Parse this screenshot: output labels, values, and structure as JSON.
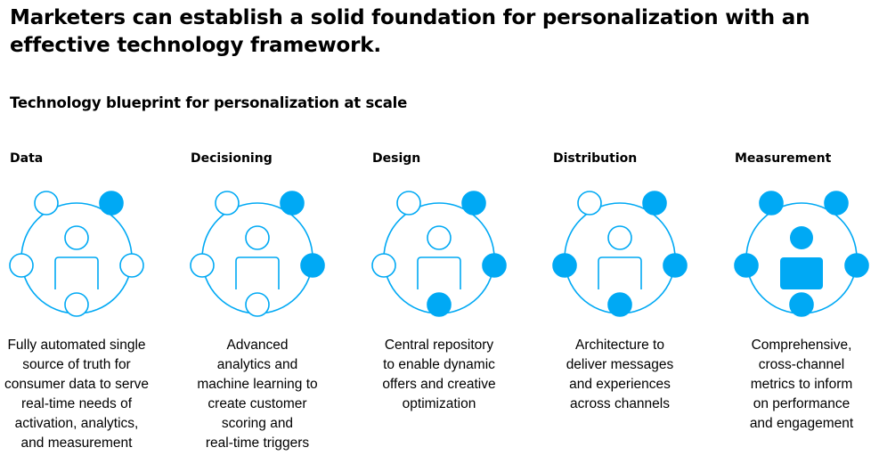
{
  "header": {
    "headline": "Marketers can establish a solid foundation for personalization with an effective technology framework.",
    "subtitle": "Technology blueprint for personalization at scale"
  },
  "colors": {
    "accent": "#00a9f4",
    "text": "#000000",
    "background": "#ffffff"
  },
  "pillars": [
    {
      "title": "Data",
      "description": "Fully automated single\nsource of truth for\nconsumer data to serve\nreal-time needs of\nactivation, analytics,\nand measurement",
      "icon": "network-people-icon",
      "filled_nodes": [
        "top-right"
      ],
      "person_filled": false
    },
    {
      "title": "Decisioning",
      "description": "Advanced\nanalytics and\nmachine learning to\ncreate customer\nscoring and\nreal-time triggers",
      "icon": "network-people-icon",
      "filled_nodes": [
        "top-right",
        "right"
      ],
      "person_filled": false
    },
    {
      "title": "Design",
      "description": "Central repository\nto enable dynamic\noffers and creative\noptimization",
      "icon": "network-people-icon",
      "filled_nodes": [
        "top-right",
        "right",
        "bottom"
      ],
      "person_filled": false
    },
    {
      "title": "Distribution",
      "description": "Architecture to\ndeliver messages\nand experiences\nacross channels",
      "icon": "network-people-icon",
      "filled_nodes": [
        "top-right",
        "right",
        "bottom",
        "left"
      ],
      "person_filled": false
    },
    {
      "title": "Measurement",
      "description": "Comprehensive,\ncross-channel\nmetrics to inform\non performance\nand engagement",
      "icon": "network-people-icon",
      "filled_nodes": [
        "top-left",
        "top-right",
        "right",
        "bottom",
        "left"
      ],
      "person_filled": true
    }
  ]
}
